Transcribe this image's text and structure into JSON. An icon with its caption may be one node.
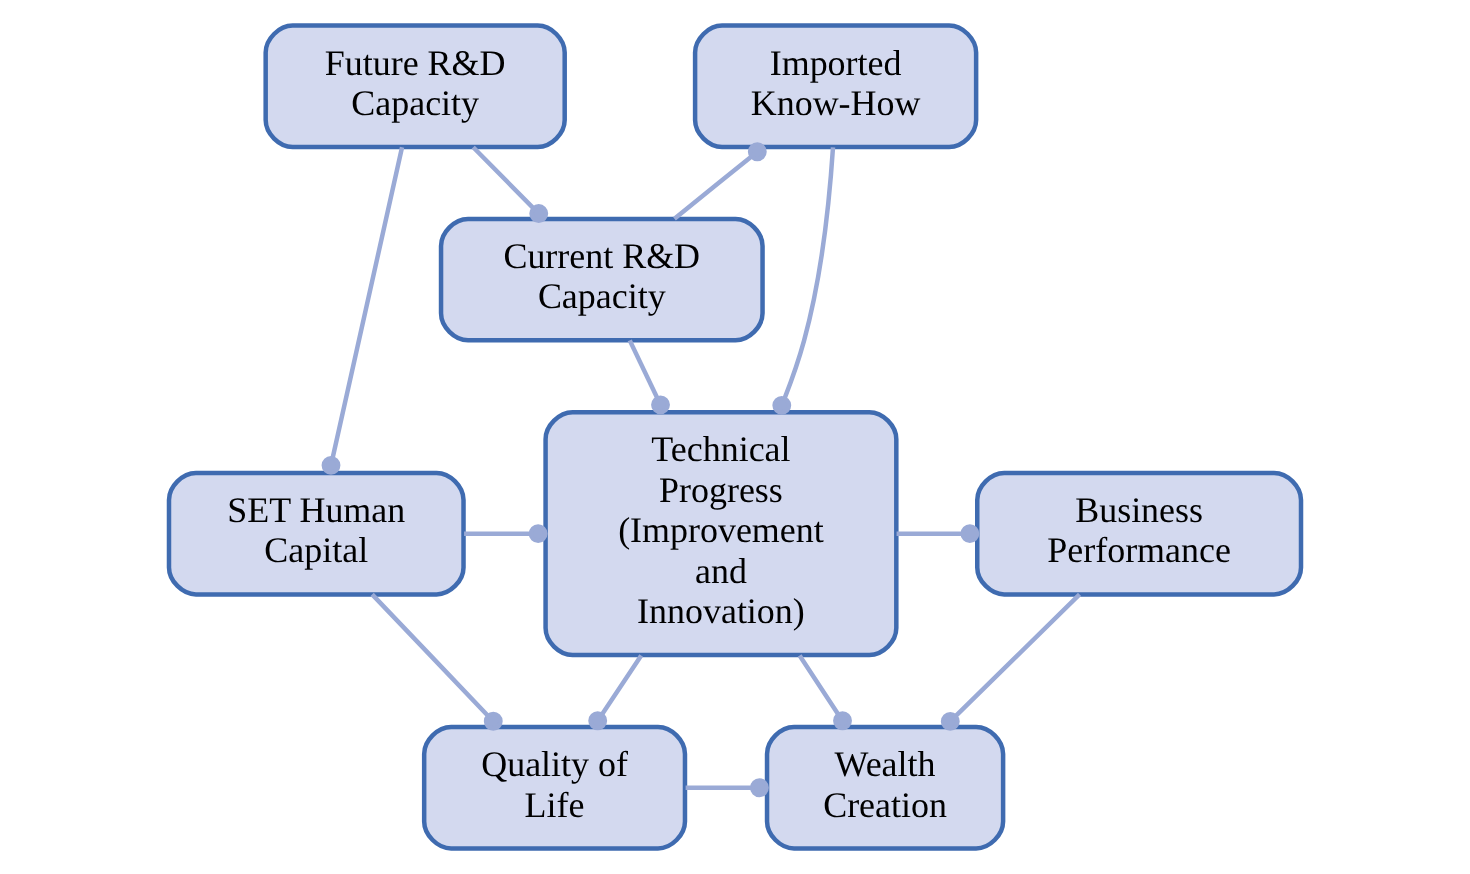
{
  "diagram": {
    "nodes": [
      {
        "text": [
          "Quality of Life"
        ]
      },
      {
        "text": [
          "Wealth Creation"
        ]
      },
      {
        "text": [
          "SET Human Capital"
        ]
      },
      {
        "text": [
          "Technical Progress (Improvement and Innovation)"
        ]
      },
      {
        "text": [
          "Business Performance"
        ]
      },
      {
        "text": [
          "Future R&D Capacity"
        ]
      },
      {
        "text": [
          "Imported Know-How"
        ]
      },
      {
        "text": [
          "Current R&D Capacity"
        ]
      }
    ],
    "edges": [
      {
        "from": 0,
        "to": 1,
        "arrow": "other"
      },
      {
        "from": 2,
        "to": 0,
        "arrow": "other"
      },
      {
        "from": 3,
        "to": 0,
        "arrow": "other"
      },
      {
        "from": 3,
        "to": 1,
        "arrow": "other"
      },
      {
        "from": 4,
        "to": 1,
        "arrow": "other"
      },
      {
        "from": 2,
        "to": 3,
        "arrow": "other"
      },
      {
        "from": 3,
        "to": 4,
        "arrow": "other"
      },
      {
        "from": 5,
        "to": 2,
        "arrow": "other"
      },
      {
        "from": 6,
        "to": 3,
        "arrow": "other"
      },
      {
        "from": 7,
        "to": 3,
        "arrow": "other"
      },
      {
        "from": 5,
        "to": 7,
        "arrow": "other"
      },
      {
        "from": 7,
        "to": 6,
        "arrow": "other"
      }
    ]
  }
}
